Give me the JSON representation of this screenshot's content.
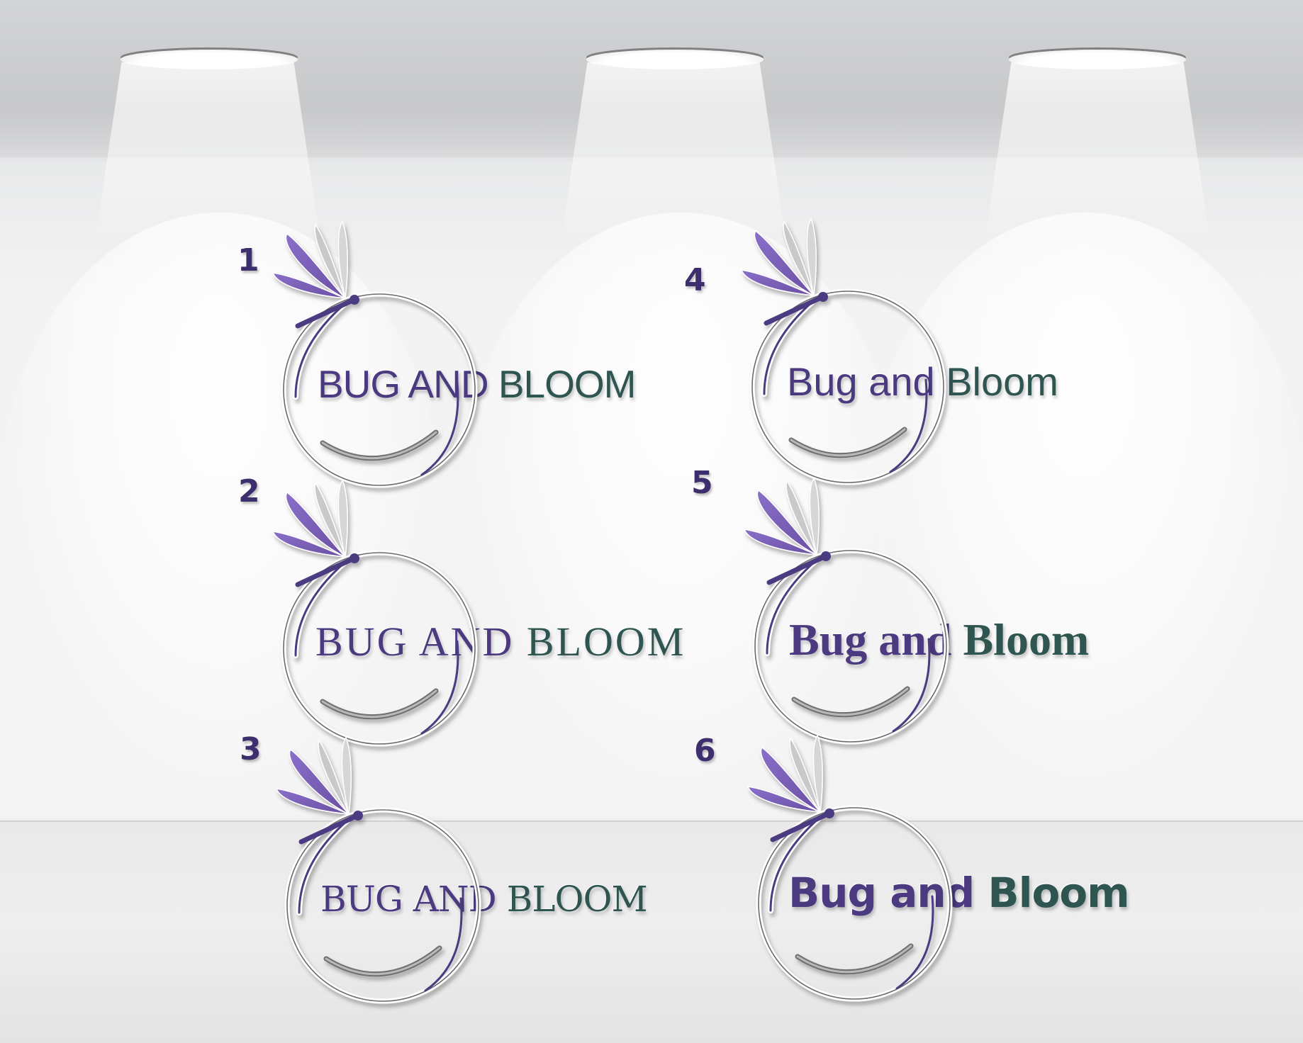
{
  "scene": {
    "wall_color": "#f3f3f4",
    "lamp_count": 3
  },
  "logos": [
    {
      "number": "1",
      "words": [
        "BUG AND ",
        "BLOOM"
      ]
    },
    {
      "number": "2",
      "words": [
        "BUG AND ",
        "BLOOM"
      ]
    },
    {
      "number": "3",
      "words": [
        "BUG AND ",
        "BLOOM"
      ]
    },
    {
      "number": "4",
      "words": [
        "Bug and ",
        "Bloom"
      ]
    },
    {
      "number": "5",
      "words": [
        "Bug and ",
        "Bloom"
      ]
    },
    {
      "number": "6",
      "words": [
        "Bug and ",
        "Bloom"
      ]
    }
  ],
  "colors": {
    "purple": "#4b3a80",
    "green": "#2f5550",
    "ring": "#6b6b6e",
    "wing": "#6a4fa3"
  },
  "icons": {
    "emblem": "dragonfly-ring-icon",
    "lamp": "spotlight-icon"
  }
}
